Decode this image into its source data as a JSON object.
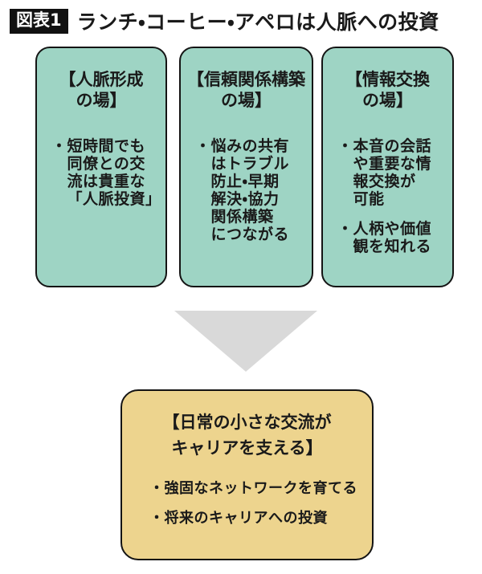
{
  "header": {
    "badge": "図表1",
    "title": "ランチ・コーヒー・アペロは人脈への投資"
  },
  "colors": {
    "card_bg": "#9ED4C4",
    "result_bg": "#EDD48E",
    "arrow_gray": "#D9D9D9",
    "border": "#141414",
    "badge_bg": "#111111",
    "badge_text": "#FFFFFF",
    "text": "#1A1A1A"
  },
  "cards": [
    {
      "title": "【人脈形成\nの場】",
      "items": [
        {
          "bullet": "・",
          "text": "短時間でも\n同僚との交\n流は貴重な\n「人脈投資」"
        }
      ]
    },
    {
      "title": "【信頼関係構築\nの場】",
      "items": [
        {
          "bullet": "・",
          "text": "悩みの共有\nはトラブル\n防止・早期\n解決・協力\n関係構築\nにつながる"
        }
      ]
    },
    {
      "title": "【情報交換\nの場】",
      "items": [
        {
          "bullet": "・",
          "text": "本音の会話\nや重要な情\n報交換が\n可能"
        },
        {
          "bullet": "・",
          "text": "人柄や価値\n観を知れる"
        }
      ]
    }
  ],
  "arrow": {
    "icon": "down-triangle"
  },
  "result": {
    "title": "【日常の小さな交流が\nキャリアを支える】",
    "items": [
      {
        "bullet": "・",
        "text": "強固なネットワークを育てる"
      },
      {
        "bullet": "・",
        "text": "将来のキャリアへの投資"
      }
    ]
  }
}
